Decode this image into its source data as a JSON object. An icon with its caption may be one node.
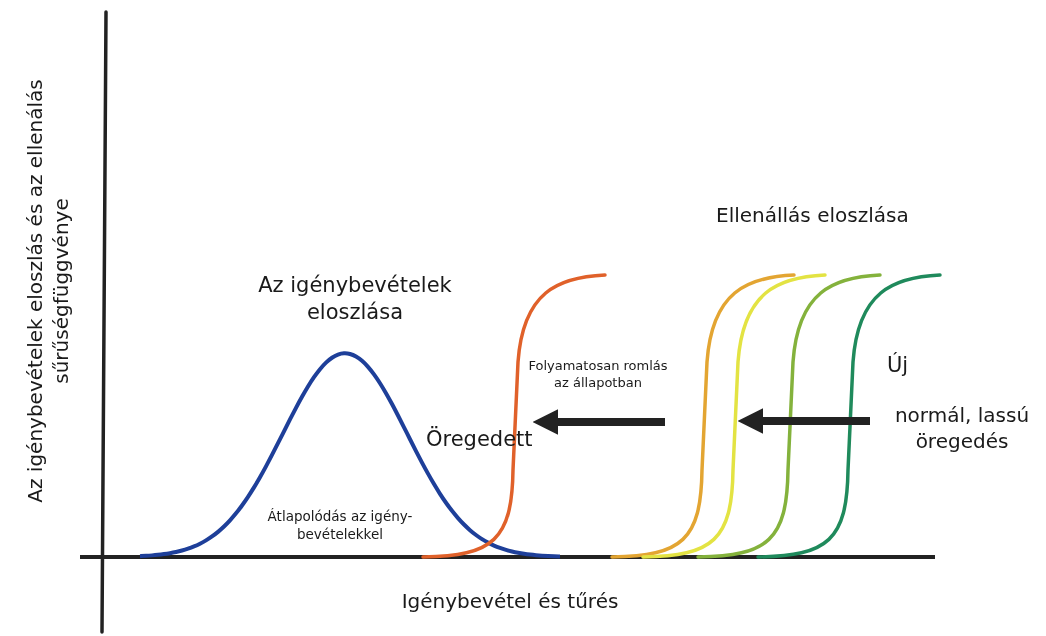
{
  "diagram": {
    "labels": [
      "Az igénybevételek eloszlás és az ellenálás sűrűségfüggvénye",
      "Ellenállás eloszlása",
      "Az igénybevételek eloszlása",
      "Folyamatosan romlás az állapotban",
      "Új",
      "normál, lassú öregedés",
      "Öregedett",
      "Átlapolódás az igény- bevételekkel",
      "Igénybevétel és tűrés"
    ]
  }
}
